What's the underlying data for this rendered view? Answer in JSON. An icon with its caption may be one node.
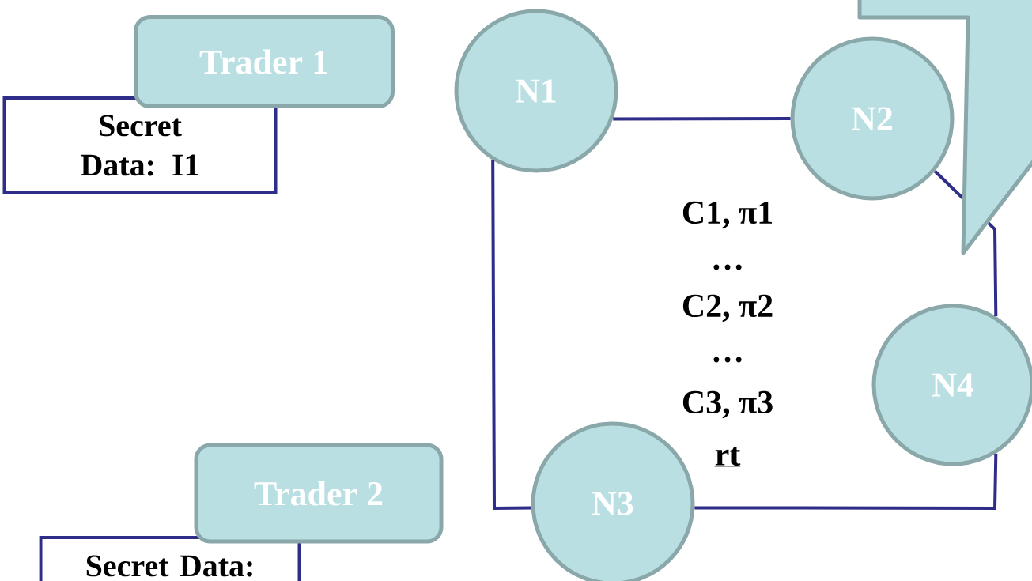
{
  "diagram": {
    "nodes": [
      {
        "text": [
          "Trader 1"
        ]
      },
      {
        "text": [
          "Secret Data: I1"
        ]
      },
      {
        "text": [
          "N1"
        ]
      },
      {
        "text": [
          "N2"
        ]
      },
      {
        "text": [
          "N4"
        ]
      },
      {
        "text": [
          "N3"
        ]
      },
      {
        "text": [
          "Trader 2"
        ]
      },
      {
        "text": [
          "Secret Data:"
        ]
      }
    ],
    "edges": [
      {
        "from": 2,
        "to": 3,
        "arrow": "none"
      },
      {
        "from": 3,
        "to": 4,
        "arrow": "none"
      },
      {
        "from": 4,
        "to": 5,
        "arrow": "none"
      },
      {
        "from": 5,
        "to": 2,
        "arrow": "none"
      }
    ],
    "labels": [
      "C1, π1",
      "…",
      "C2, π2",
      "…",
      "C3, π3",
      "rt"
    ]
  }
}
